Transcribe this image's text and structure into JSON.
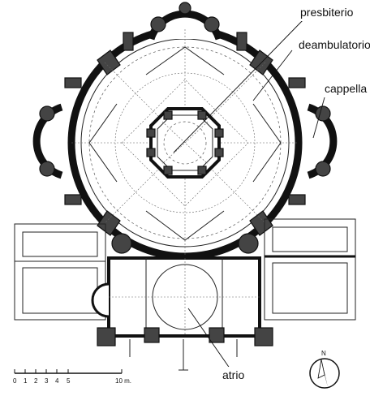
{
  "labels": {
    "presbiterio": "presbiterio",
    "deambulatorio": "deambulatorio",
    "cappella": "cappella",
    "atrio": "atrio"
  },
  "scale": {
    "ticks": [
      "0",
      "1",
      "2",
      "3",
      "4",
      "5"
    ],
    "end_label": "10 m."
  },
  "compass": {
    "north": "N"
  }
}
